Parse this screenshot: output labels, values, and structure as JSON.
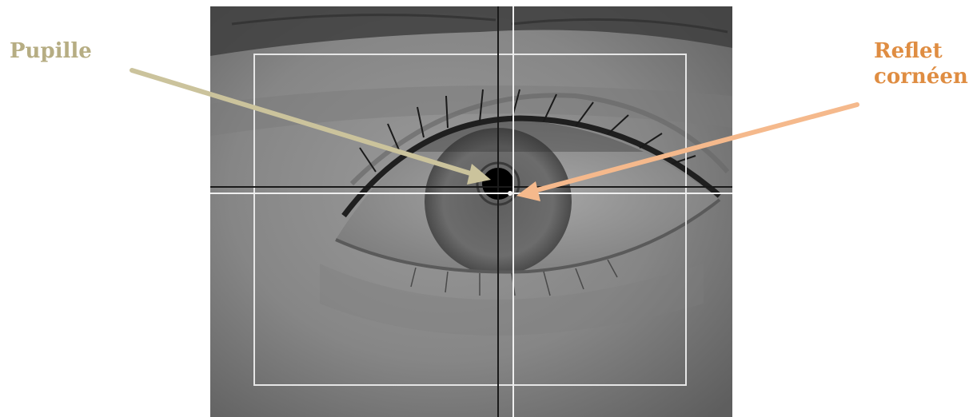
{
  "labels": {
    "pupil": "Pupille",
    "corneal_reflection_line1": "Reflet",
    "corneal_reflection_line2": "cornéen"
  },
  "colors": {
    "pupil_label": "#b6ad83",
    "pupil_arrow": "#cbc39c",
    "reflection_label": "#df8d42",
    "reflection_arrow": "#f5b98c",
    "overlay_box": "#e6e6e6",
    "crosshair_dark": "#1a1a1a",
    "crosshair_light": "#efefef"
  },
  "image": {
    "description_icon": "eye-tracking-camera-frame"
  }
}
